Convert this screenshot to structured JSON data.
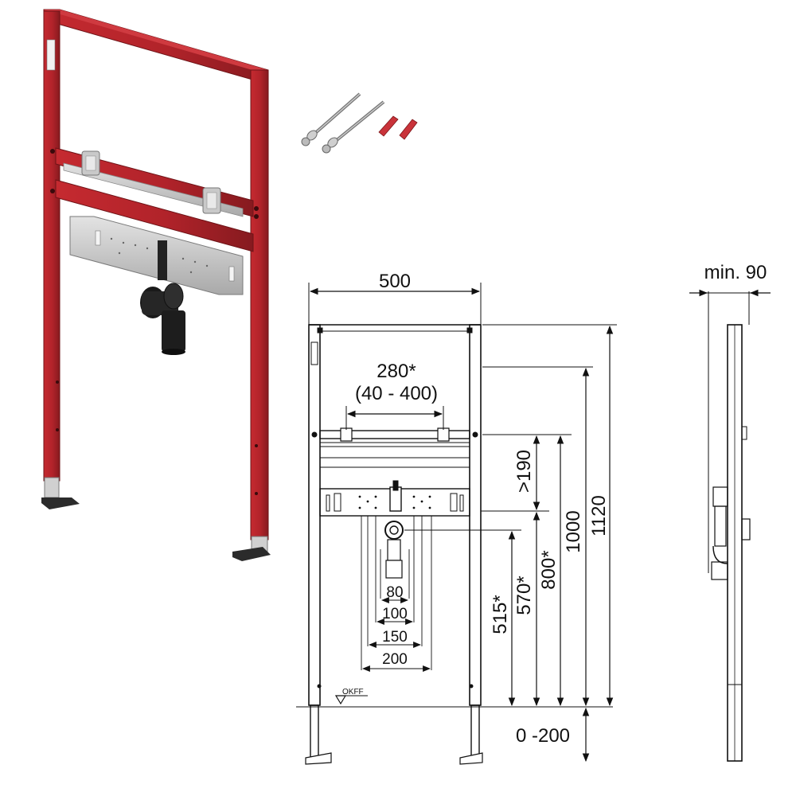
{
  "dimensions": {
    "width_total": "500",
    "rail_spacing": "280*",
    "rail_range": "(40 - 400)",
    "min_rail_gap": ">190",
    "outlet_h1": "515*",
    "outlet_h2": "570*",
    "outlet_h3": "800*",
    "height_mid": "1000",
    "height_total": "1120",
    "feet_range": "0 -200",
    "depth_min": "min. 90",
    "spacing_80": "80",
    "spacing_100": "100",
    "spacing_150": "150",
    "spacing_200": "200",
    "floor_label": "OKFF"
  },
  "colors": {
    "frame_red": "#b8242a",
    "frame_dark_red": "#8e1a1f",
    "metal_grey": "#c7c7c7",
    "pipe_black": "#1a1a1a",
    "line": "#111111"
  }
}
